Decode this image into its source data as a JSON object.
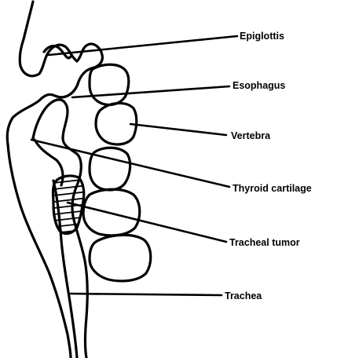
{
  "labels": {
    "epiglottis": "Epiglottis",
    "esophagus": "Esophagus",
    "vertebra": "Vertebra",
    "thyroid_cartilage": "Thyroid cartilage",
    "tracheal_tumor": "Tracheal tumor",
    "trachea": "Trachea"
  }
}
